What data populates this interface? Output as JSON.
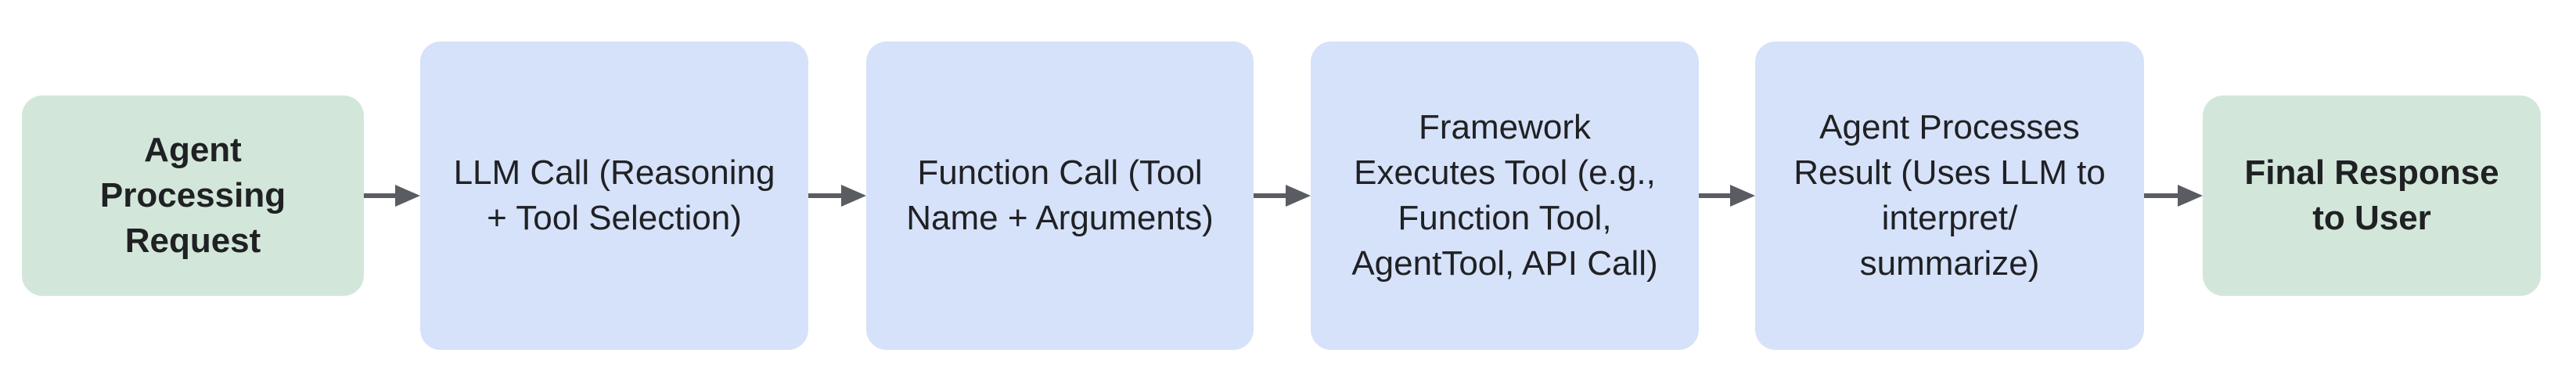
{
  "diagram": {
    "type": "flowchart",
    "direction": "left-to-right",
    "colors": {
      "terminal_fill": "#d2e7d9",
      "process_fill": "#d6e2f9",
      "arrow": "#595d62",
      "text": "#202124",
      "background": "#ffffff"
    },
    "nodes": [
      {
        "id": "agent-processing-request",
        "kind": "terminal",
        "label": "Agent\nProcessing\nRequest"
      },
      {
        "id": "llm-call",
        "kind": "process",
        "label": "LLM Call (Reasoning\n+ Tool Selection)"
      },
      {
        "id": "function-call",
        "kind": "process",
        "label": "Function Call (Tool\nName + Arguments)"
      },
      {
        "id": "framework-executes-tool",
        "kind": "process",
        "label": "Framework\nExecutes Tool (e.g.,\nFunction Tool,\nAgentTool, API Call)"
      },
      {
        "id": "agent-processes-result",
        "kind": "process",
        "label": "Agent Processes\nResult (Uses LLM to\ninterpret/\nsummarize)"
      },
      {
        "id": "final-response-to-user",
        "kind": "terminal",
        "label": "Final Response\nto User"
      }
    ],
    "edges": [
      {
        "from": "agent-processing-request",
        "to": "llm-call"
      },
      {
        "from": "llm-call",
        "to": "function-call"
      },
      {
        "from": "function-call",
        "to": "framework-executes-tool"
      },
      {
        "from": "framework-executes-tool",
        "to": "agent-processes-result"
      },
      {
        "from": "agent-processes-result",
        "to": "final-response-to-user"
      }
    ]
  }
}
